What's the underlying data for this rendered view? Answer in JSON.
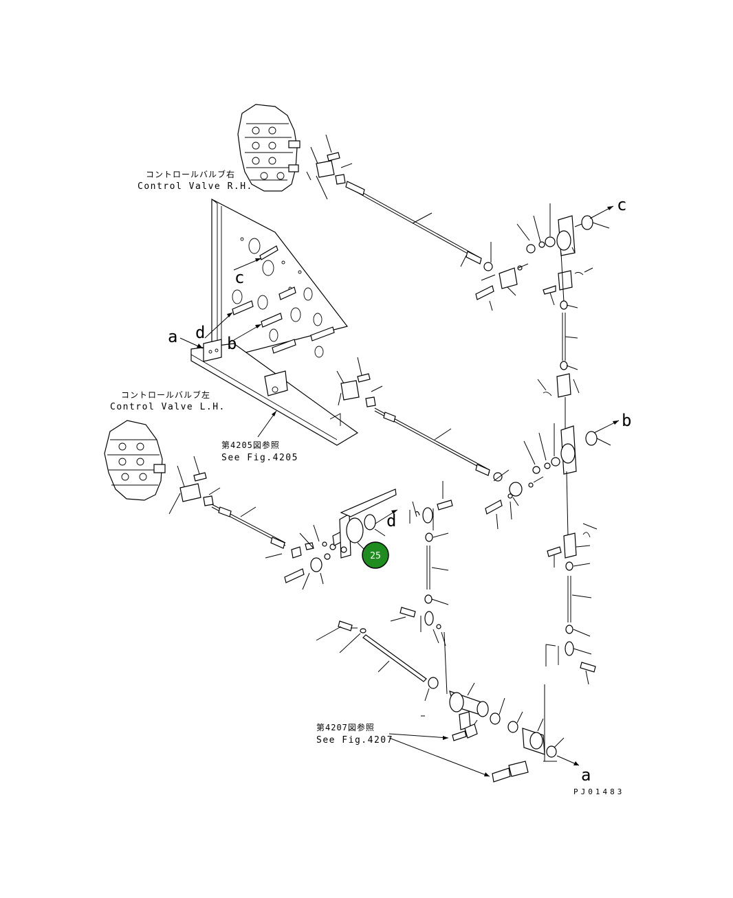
{
  "labels": {
    "valve_rh_jp": "コントロールバルブ右",
    "valve_rh_en": "Control Valve R.H.",
    "valve_lh_jp": "コントロールバルブ左",
    "valve_lh_en": "Control Valve L.H.",
    "fig4205_jp": "第4205図参照",
    "fig4205_en": "See Fig.4205",
    "fig4207_jp": "第4207図参照",
    "fig4207_en": "See Fig.4207",
    "drawing_code": "PJ01483"
  },
  "refs": {
    "a1": "a",
    "a2": "a",
    "b1": "b",
    "b2": "b",
    "c1": "c",
    "c2": "c",
    "d1": "d",
    "d2": "d"
  },
  "callout": {
    "number": "25",
    "color": "#1e8c1e"
  },
  "colors": {
    "ink": "#000000",
    "background": "#ffffff"
  }
}
